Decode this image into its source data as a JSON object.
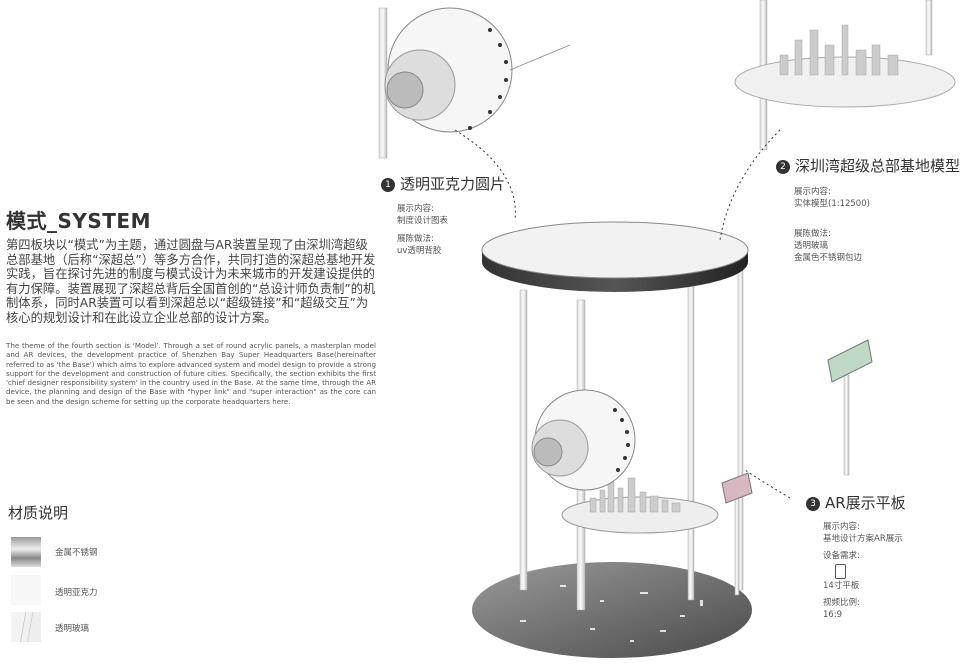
{
  "section": {
    "title": "模式_SYSTEM",
    "intro_zh": "第四板块以“模式”为主题，通过圆盘与AR装置呈现了由深圳湾超级总部基地（后称“深超总”）等多方合作，共同打造的深超总基地开发实践，旨在探讨先进的制度与模式设计为未来城市的开发建设提供的有力保障。装置展现了深超总背后全国首创的“总设计师负责制”的机制体系，同时AR装置可以看到深超总以“超级链接”和“超级交互”为核心的规划设计和在此设立企业总部的设计方案。",
    "intro_en": "The theme of the fourth section is ‘Model’. Through a set of round acrylic panels, a masterplan model and AR devices, the development practice of Shenzhen Bay Super Headquarters Base(hereinafter referred to as 'the Base') which aims to explore advanced system and model design to provide a strong support for the development and construction of future cities. Specifically, the section exhibits the first 'chief designer responsibility system' in the country used in the Base. At the same time, through the AR device, the planning and design of the Base with \"hyper link\" and \"super interaction\" as the core can be seen and the design scheme for setting up the corporate headquarters here."
  },
  "materials": {
    "title": "材质说明",
    "items": [
      {
        "label": "金属不锈钢"
      },
      {
        "label": "透明亚克力"
      },
      {
        "label": "透明玻璃"
      }
    ]
  },
  "callouts": [
    {
      "num": "1",
      "title": "透明亚克力圆片",
      "content_label": "展示内容:",
      "content": "制度设计图表",
      "method_label": "展陈做法:",
      "method": "uv透明背胶"
    },
    {
      "num": "2",
      "title": "深圳湾超级总部基地模型",
      "content_label": "展示内容:",
      "content": "实体模型(1:12500)",
      "method_label": "展陈做法:",
      "method_1": "透明玻璃",
      "method_2": "金属色不锈钢包边"
    },
    {
      "num": "3",
      "title": "AR展示平板",
      "content_label": "展示内容:",
      "content": "基地设计方案AR展示",
      "device_label": "设备需求:",
      "device": "14寸平板",
      "ratio_label": "视频比例:",
      "ratio": "16:9"
    }
  ]
}
